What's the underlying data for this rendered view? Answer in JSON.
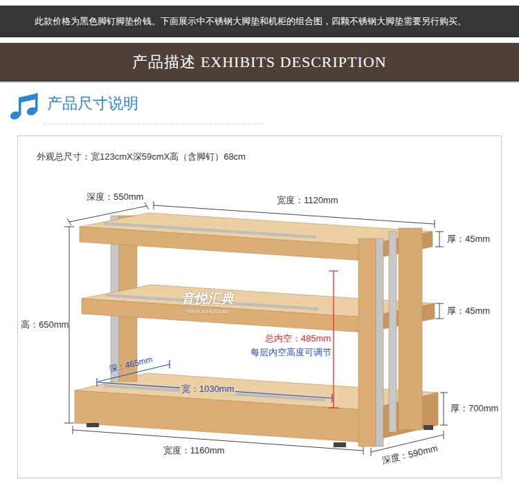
{
  "diagram": {
    "title": "产品尺寸说明",
    "nodes": [
      {
        "text": [
          "此款价格为黑色脚钉脚垫价钱。下面展示中不锈钢大脚垫和机柜的组合图，四颗不锈钢大脚垫需要另行购买。"
        ]
      },
      {
        "text": [
          "产品描述 EXHIBITS DESCRIPTION"
        ]
      },
      {
        "text": [
          "外观总尺寸：宽123cmX深59cmX高（含脚钉）68cm"
        ]
      }
    ],
    "labels": [
      "深度：550mm",
      "宽度：1120mm",
      "厚：45mm",
      "厚：45mm",
      "高：650mm",
      "音悦汇典",
      "YINYUEHUIDIAN",
      "总内空：485mm",
      "每层内空高度可调节",
      "深：465mm",
      "宽：1030mm",
      "厚：700mm",
      "宽度：1160mm",
      "深度：590mm"
    ]
  }
}
